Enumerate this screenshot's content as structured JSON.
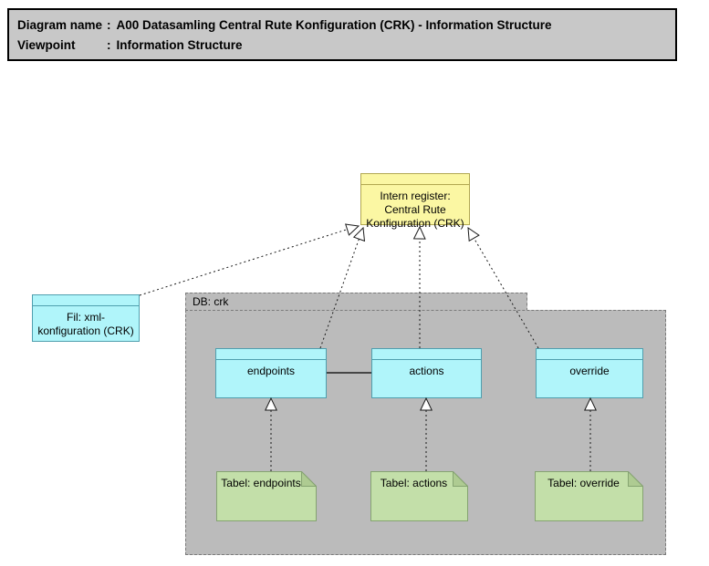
{
  "colors": {
    "titlebar_fill": "#c8c8c8",
    "group_fill": "#bbbbbb",
    "group_border": "#7a7a7a",
    "object_fill": "#b0f5fa",
    "object_border": "#4f9fae",
    "register_fill": "#fbf7a3",
    "register_border": "#b1a750",
    "note_fill": "#c3dfa9",
    "note_border": "#85a371",
    "note_flap_fill": "#aecb92",
    "line_color": "#1a1a1a"
  },
  "header": {
    "rows": [
      {
        "label": "Diagram name",
        "separator": ":",
        "value": "A00 Datasamling Central Rute Konfiguration (CRK) - Information Structure"
      },
      {
        "label": "Viewpoint",
        "separator": ":",
        "value": "Information Structure"
      }
    ]
  },
  "diagram": {
    "register": {
      "label": "Intern register:\nCentral Rute\nKonfiguration (CRK)"
    },
    "file": {
      "label": "Fil: xml-\nkonfiguration (CRK)"
    },
    "group": {
      "label": "DB: crk"
    },
    "objects": [
      {
        "id": "endpoints",
        "label": "endpoints"
      },
      {
        "id": "actions",
        "label": "actions"
      },
      {
        "id": "override",
        "label": "override"
      }
    ],
    "notes": [
      {
        "id": "tabel-endpoints",
        "label": "Tabel: endpoints"
      },
      {
        "id": "tabel-actions",
        "label": "Tabel: actions"
      },
      {
        "id": "tabel-override",
        "label": "Tabel: override"
      }
    ]
  }
}
